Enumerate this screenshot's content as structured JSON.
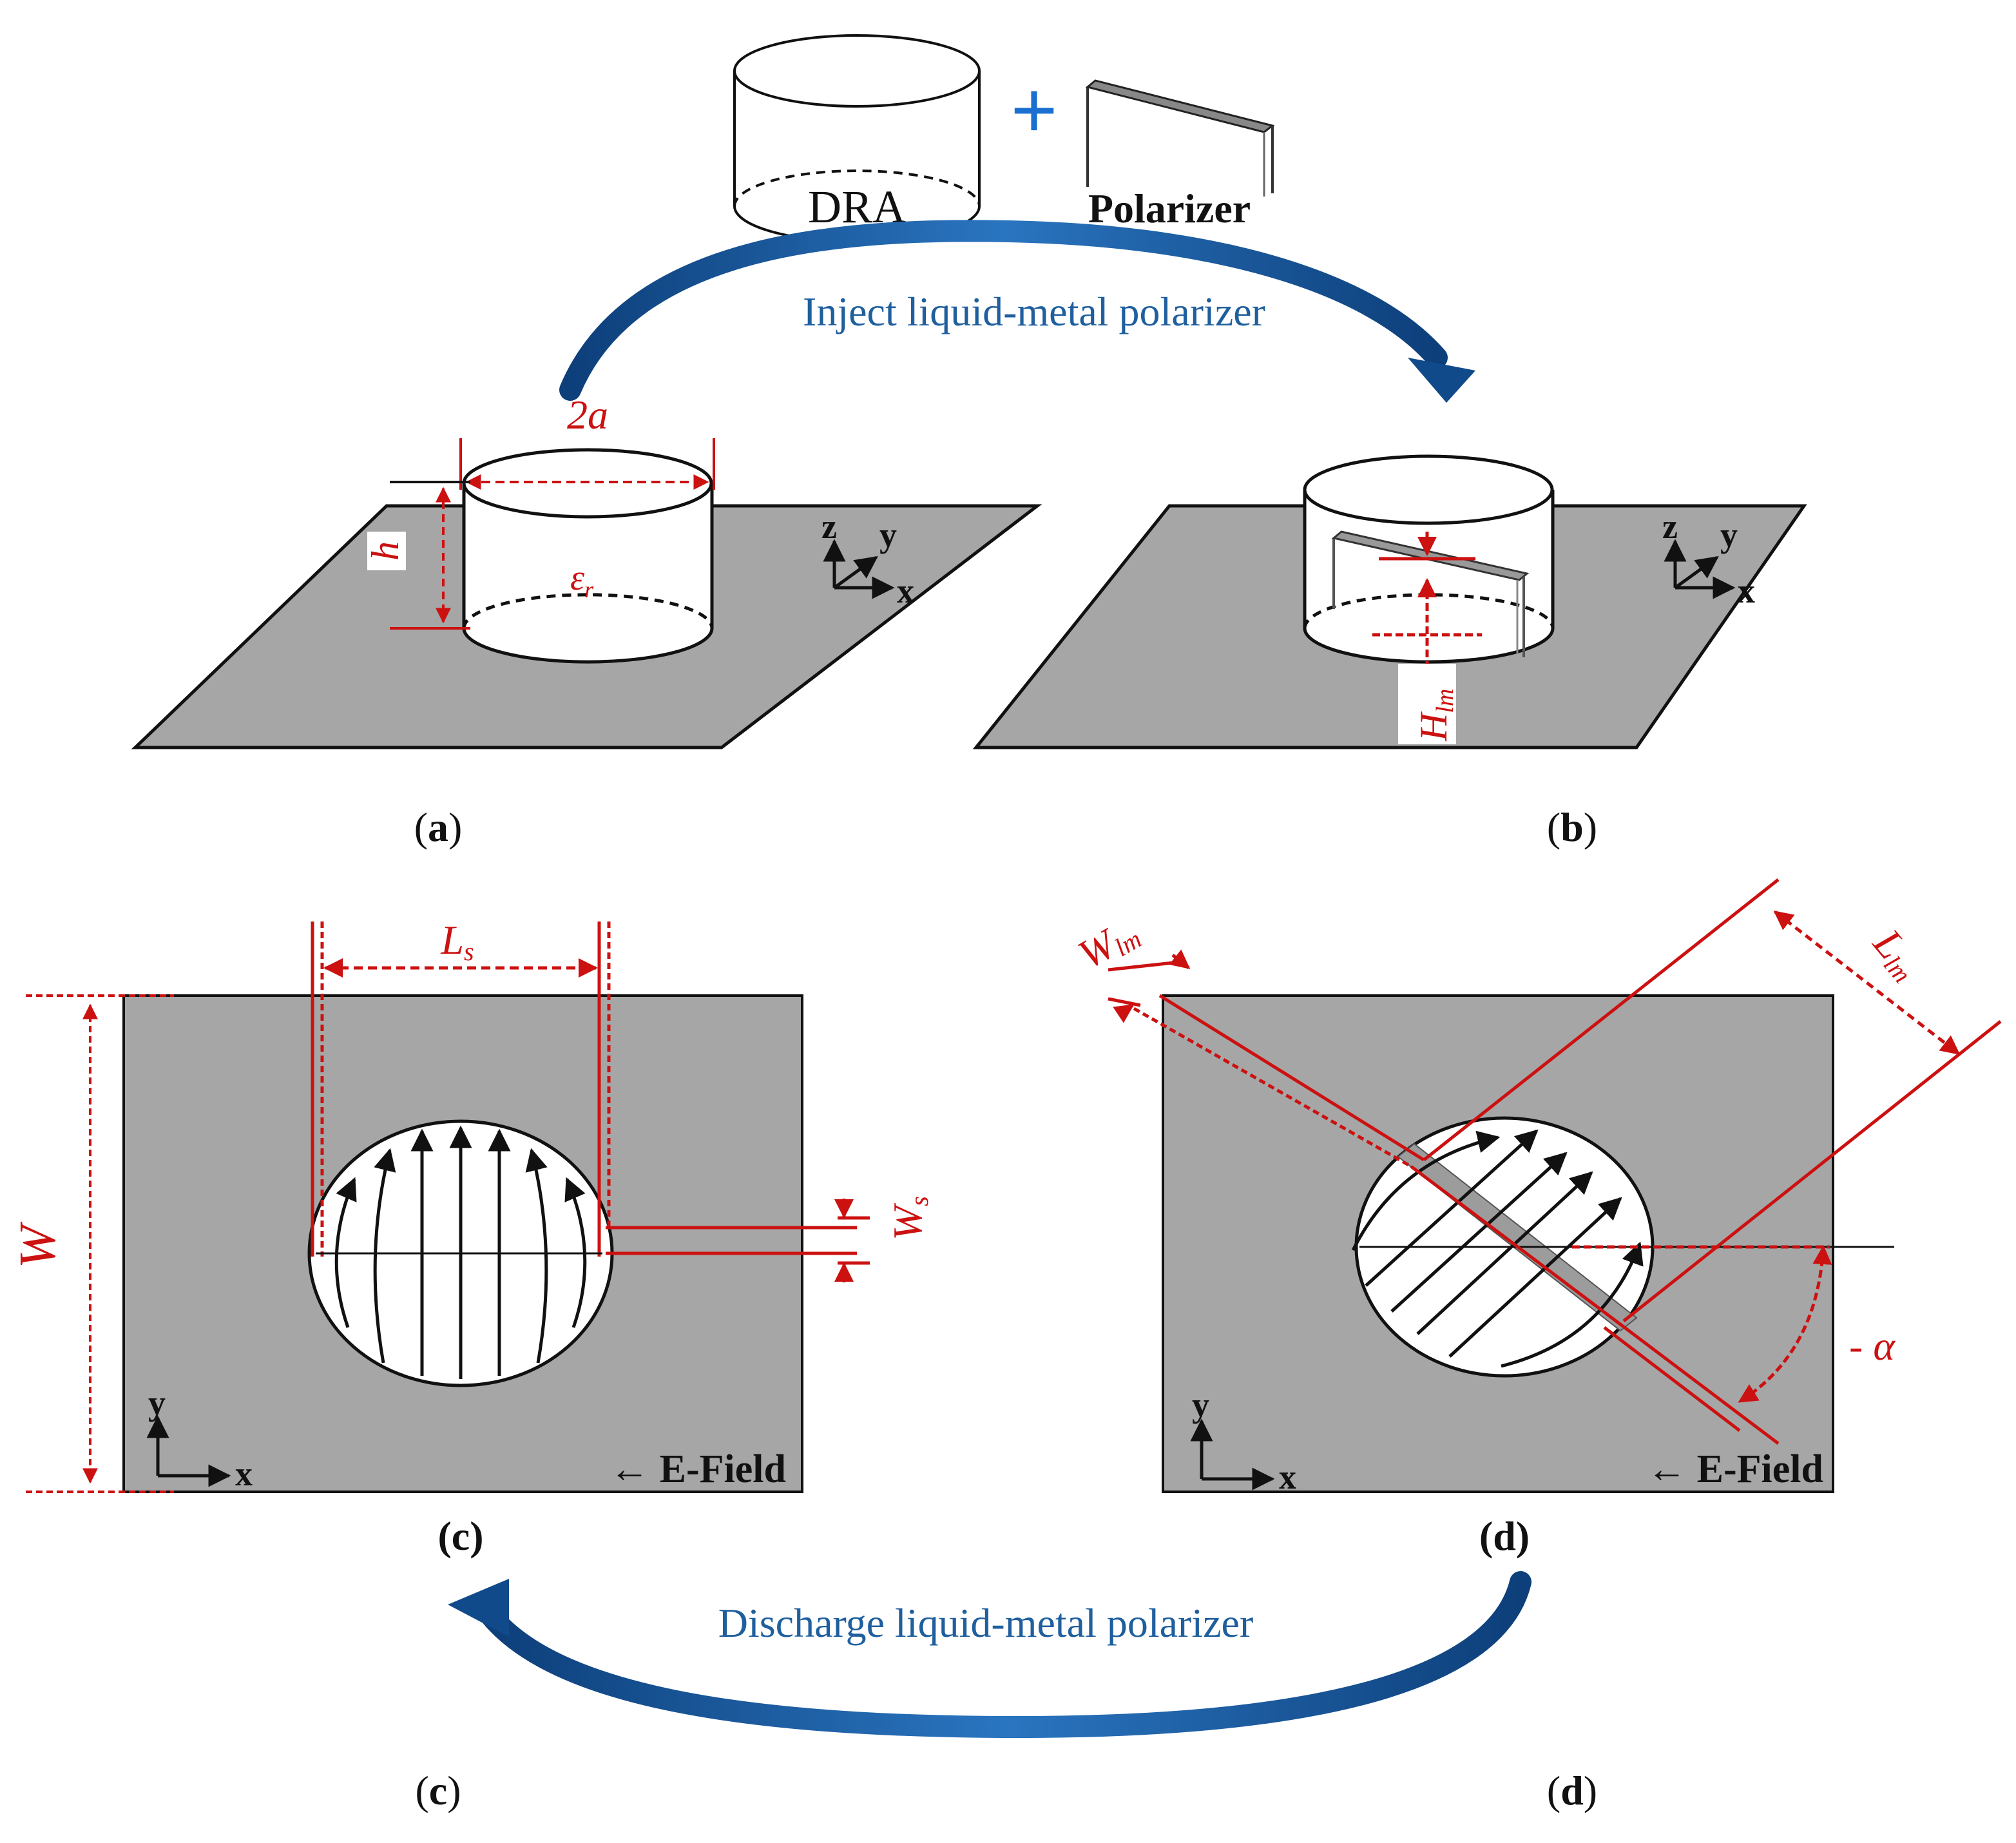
{
  "top": {
    "dra_label": "DRA",
    "plus_sign": "+",
    "polarizer_label": "Polarizer",
    "inject_caption": "Inject liquid-metal polarizer"
  },
  "panel_a": {
    "dim_2a": "2a",
    "dim_h": "h",
    "epsilon_symbol": "ε",
    "epsilon_sub": "r",
    "axis_z": "z",
    "axis_y": "y",
    "axis_x": "x",
    "caption_open": "(",
    "caption_letter": "a",
    "caption_close": ")"
  },
  "panel_b": {
    "dim_H": "H",
    "dim_H_sub": "lm",
    "axis_z": "z",
    "axis_y": "y",
    "axis_x": "x",
    "caption_open": "(",
    "caption_letter": "b",
    "caption_close": ")"
  },
  "panel_c": {
    "dim_Ls": "L",
    "dim_Ls_sub": "s",
    "dim_W": "W",
    "dim_Ws": "W",
    "dim_Ws_sub": "s",
    "axis_y": "y",
    "axis_x": "x",
    "efield_label": "← E-Field",
    "inner_caption": "(c)"
  },
  "panel_d": {
    "dim_Wlm": "W",
    "dim_Wlm_sub": "lm",
    "dim_Llm": "L",
    "dim_Llm_sub": "lm",
    "alpha_label": "- α",
    "axis_y": "y",
    "axis_x": "x",
    "efield_label": "← E-Field",
    "inner_caption": "(d)"
  },
  "bottom": {
    "discharge_caption": "Discharge liquid-metal polarizer",
    "caption_c_open": "(",
    "caption_c_letter": "c",
    "caption_c_close": ")",
    "caption_d_open": "(",
    "caption_d_letter": "d",
    "caption_d_close": ")"
  },
  "colors": {
    "ground_plane": "#a6a6a6",
    "dimension_red": "#cc1111",
    "arrow_blue": "#1f5f9e",
    "outline": "#111111"
  }
}
